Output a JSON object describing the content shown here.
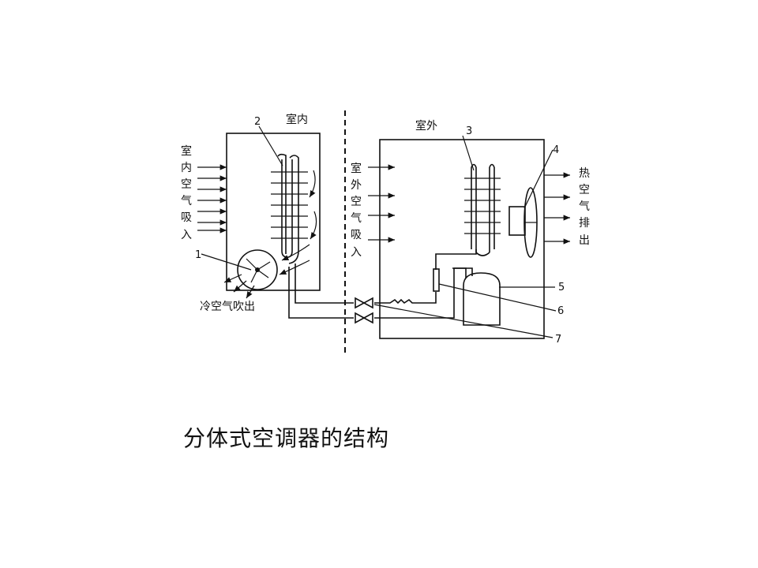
{
  "diagram": {
    "label_indoor": "室内",
    "label_outdoor": "室外",
    "indoor_air_intake": [
      "室",
      "内",
      "空",
      "气",
      "吸",
      "入"
    ],
    "outdoor_air_intake": [
      "室",
      "外",
      "空",
      "气",
      "吸",
      "入"
    ],
    "hot_air_exhaust": [
      "热",
      "空",
      "气",
      "排",
      "出"
    ],
    "cold_air_out": "冷空气吹出",
    "numbers": [
      "1",
      "2",
      "3",
      "4",
      "5",
      "6",
      "7"
    ]
  },
  "caption": "分体式空调器的结构"
}
